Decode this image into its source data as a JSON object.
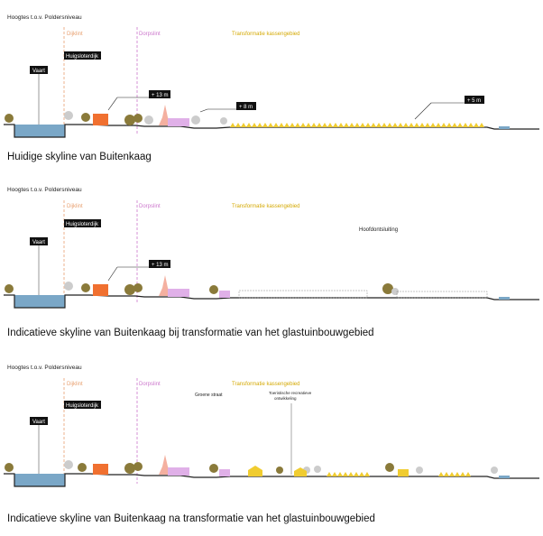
{
  "colors": {
    "dijklint": "#e8a070",
    "dorpslint": "#cc77cc",
    "transformatie": "#d4a800",
    "water": "#7aa7c7",
    "red_building": "#f07030",
    "pink_building": "#f4b0a0",
    "purple_building": "#e0b0e8",
    "yellow_greenhouse": "#f0cc30",
    "tree": "#8a7a3a"
  },
  "panels": [
    {
      "header": "Hoogtes t.o.v. Poldersniveau",
      "dijklint": "Dijklint",
      "dorpslint": "Dorpslint",
      "transformatie": "Transformatie kassengebied",
      "vaart": "Vaart",
      "huigsloterdijk": "Huigsloterdijk",
      "height_1": "+ 13 m",
      "height_2": "+ 8 m",
      "height_3": "+ 5 m",
      "caption": "Huidige skyline van Buitenkaag"
    },
    {
      "header": "Hoogtes t.o.v. Poldersniveau",
      "dijklint": "Dijklint",
      "dorpslint": "Dorpslint",
      "transformatie": "Transformatie kassengebied",
      "vaart": "Vaart",
      "huigsloterdijk": "Huigsloterdijk",
      "height_1": "+ 13 m",
      "hoofdontsluiting": "Hoofdontsluiting",
      "caption": "Indicatieve skyline van Buitenkaag bij transformatie van het glastuinbouwgebied"
    },
    {
      "header": "Hoogtes t.o.v. Poldersniveau",
      "dijklint": "Dijklint",
      "dorpslint": "Dorpslint",
      "transformatie": "Transformatie kassengebied",
      "vaart": "Vaart",
      "huigsloterdijk": "Huigsloterdijk",
      "groene_straat": "Groene straat",
      "toeristische_1": "Toeristische recreatieve",
      "toeristische_2": "ontwikkeling",
      "caption": "Indicatieve skyline van Buitenkaag na transformatie van het glastuinbouwgebied"
    }
  ]
}
